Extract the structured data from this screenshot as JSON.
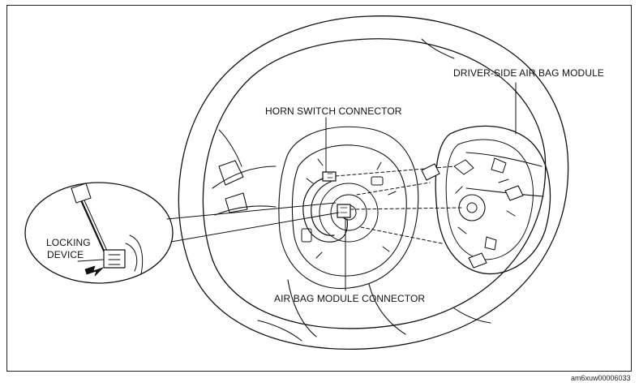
{
  "labels": {
    "driver_airbag": "DRIVER-SIDE AIR BAG MODULE",
    "horn_connector": "HORN SWITCH CONNECTOR",
    "airbag_connector": "AIR BAG MODULE CONNECTOR",
    "locking_1": "LOCKING",
    "locking_2": "DEVICE"
  },
  "figure_code": "am6xuw00006033"
}
